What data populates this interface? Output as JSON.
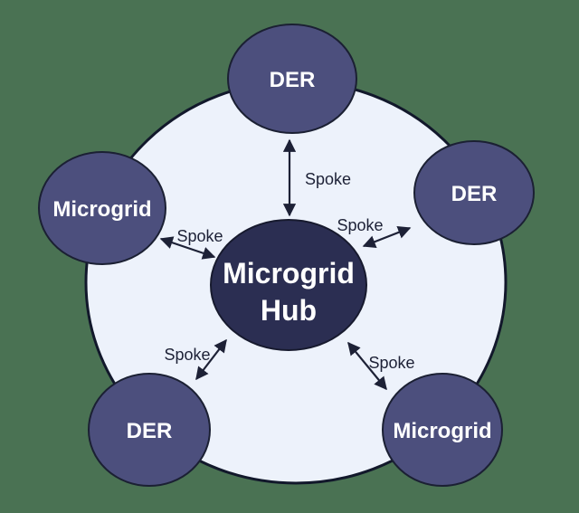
{
  "diagram": {
    "type": "hub-and-spoke",
    "hub": {
      "label_line1": "Microgrid",
      "label_line2": "Hub"
    },
    "nodes": [
      {
        "position": "top",
        "label": "DER"
      },
      {
        "position": "right",
        "label": "DER"
      },
      {
        "position": "bottom-right",
        "label": "Microgrid"
      },
      {
        "position": "bottom-left",
        "label": "DER"
      },
      {
        "position": "left",
        "label": "Microgrid"
      }
    ],
    "spokes": [
      {
        "from": "hub",
        "to": "top",
        "label": "Spoke"
      },
      {
        "from": "hub",
        "to": "right",
        "label": "Spoke"
      },
      {
        "from": "hub",
        "to": "bottom-right",
        "label": "Spoke"
      },
      {
        "from": "hub",
        "to": "bottom-left",
        "label": "Spoke"
      },
      {
        "from": "hub",
        "to": "left",
        "label": "Spoke"
      }
    ],
    "colors": {
      "background": "#4a7253",
      "outer_circle_fill": "#edf2fb",
      "outer_circle_stroke": "#12182b",
      "node_fill": "#4c4f7d",
      "hub_fill": "#2b2e52",
      "node_text": "#ffffff",
      "spoke_text": "#1d2136",
      "arrow": "#1d2136"
    }
  }
}
